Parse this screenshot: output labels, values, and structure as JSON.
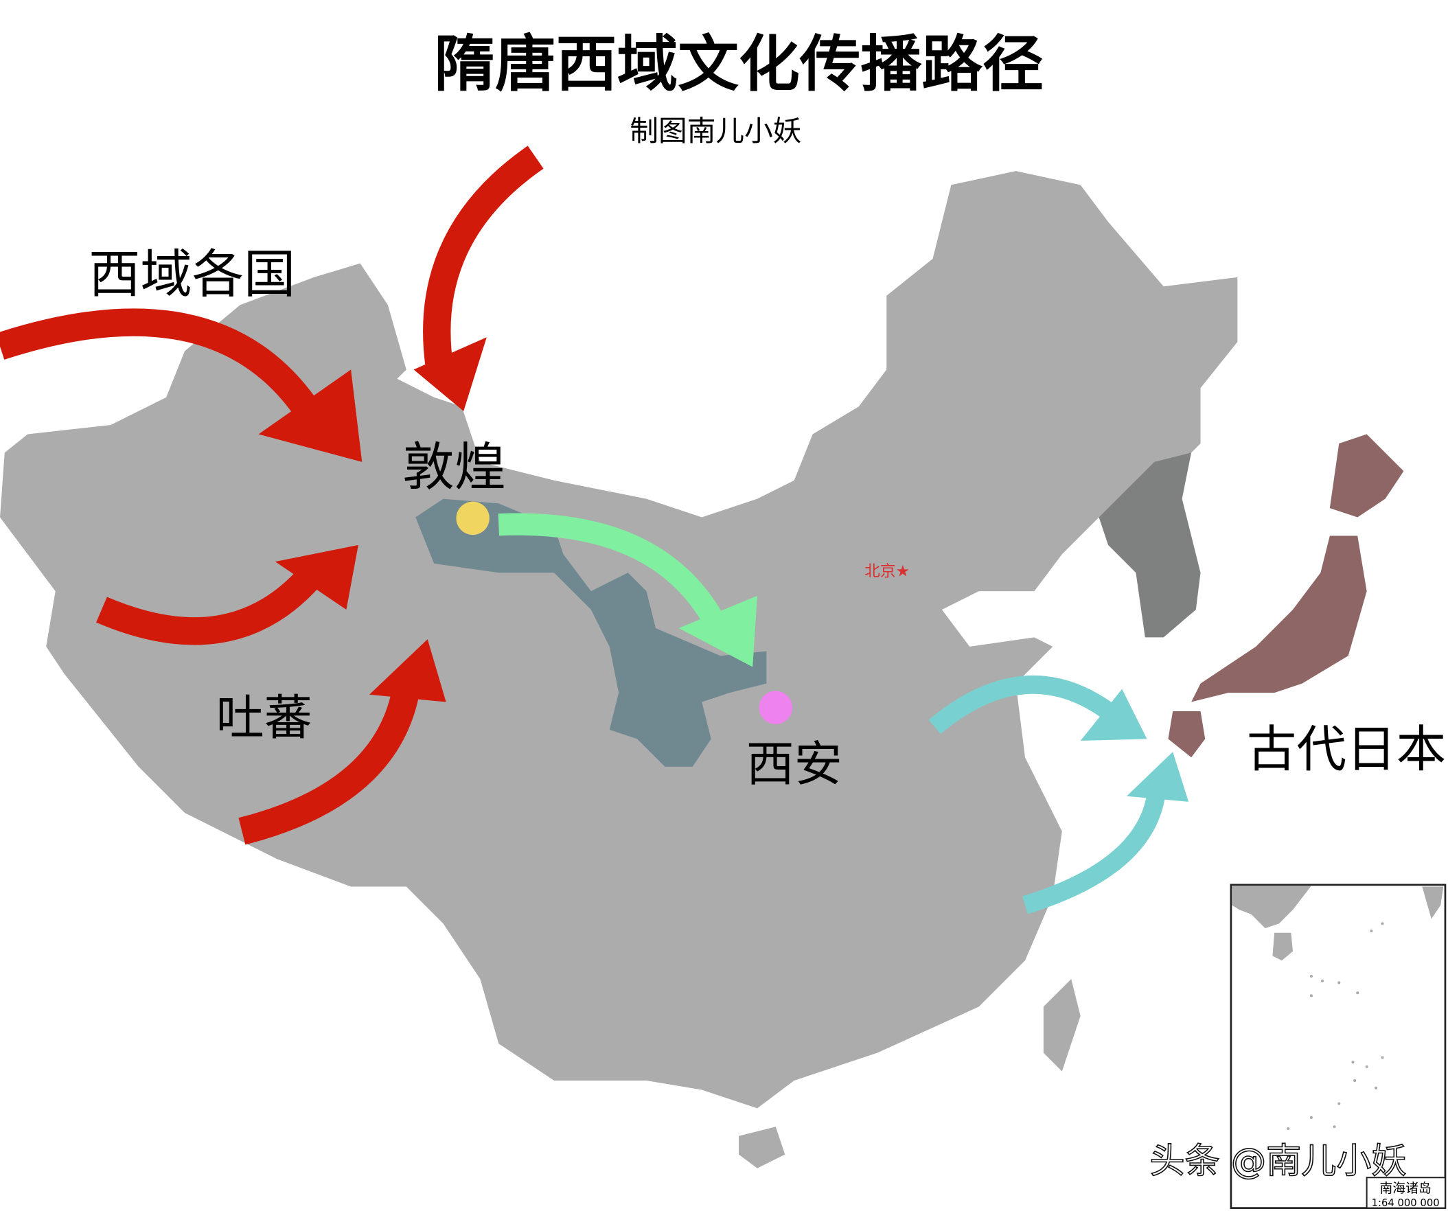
{
  "title": "隋唐西域文化传播路径",
  "subtitle": "制图南儿小妖",
  "labels": {
    "western_regions": "西域各国",
    "dunhuang": "敦煌",
    "tubo": "吐蕃",
    "xian": "西安",
    "ancient_japan": "古代日本",
    "beijing": "北京★"
  },
  "inset": {
    "title": "南海诸岛",
    "scale": "1:64 000 000"
  },
  "watermark": "头条 @南儿小妖",
  "colors": {
    "land": "#acacac",
    "route_region": "#708890",
    "korea": "#7f8080",
    "japan": "#8e6666",
    "red_arrows": "#d11a0a",
    "green_arrow": "#80f0a0",
    "cyan_arrows": "#78d0d0",
    "dunhuang_dot": "#f0d660",
    "xian_dot": "#ee82ee",
    "beijing": "#d93030"
  },
  "icons": [
    "capital-star-icon",
    "arrow-icon"
  ]
}
